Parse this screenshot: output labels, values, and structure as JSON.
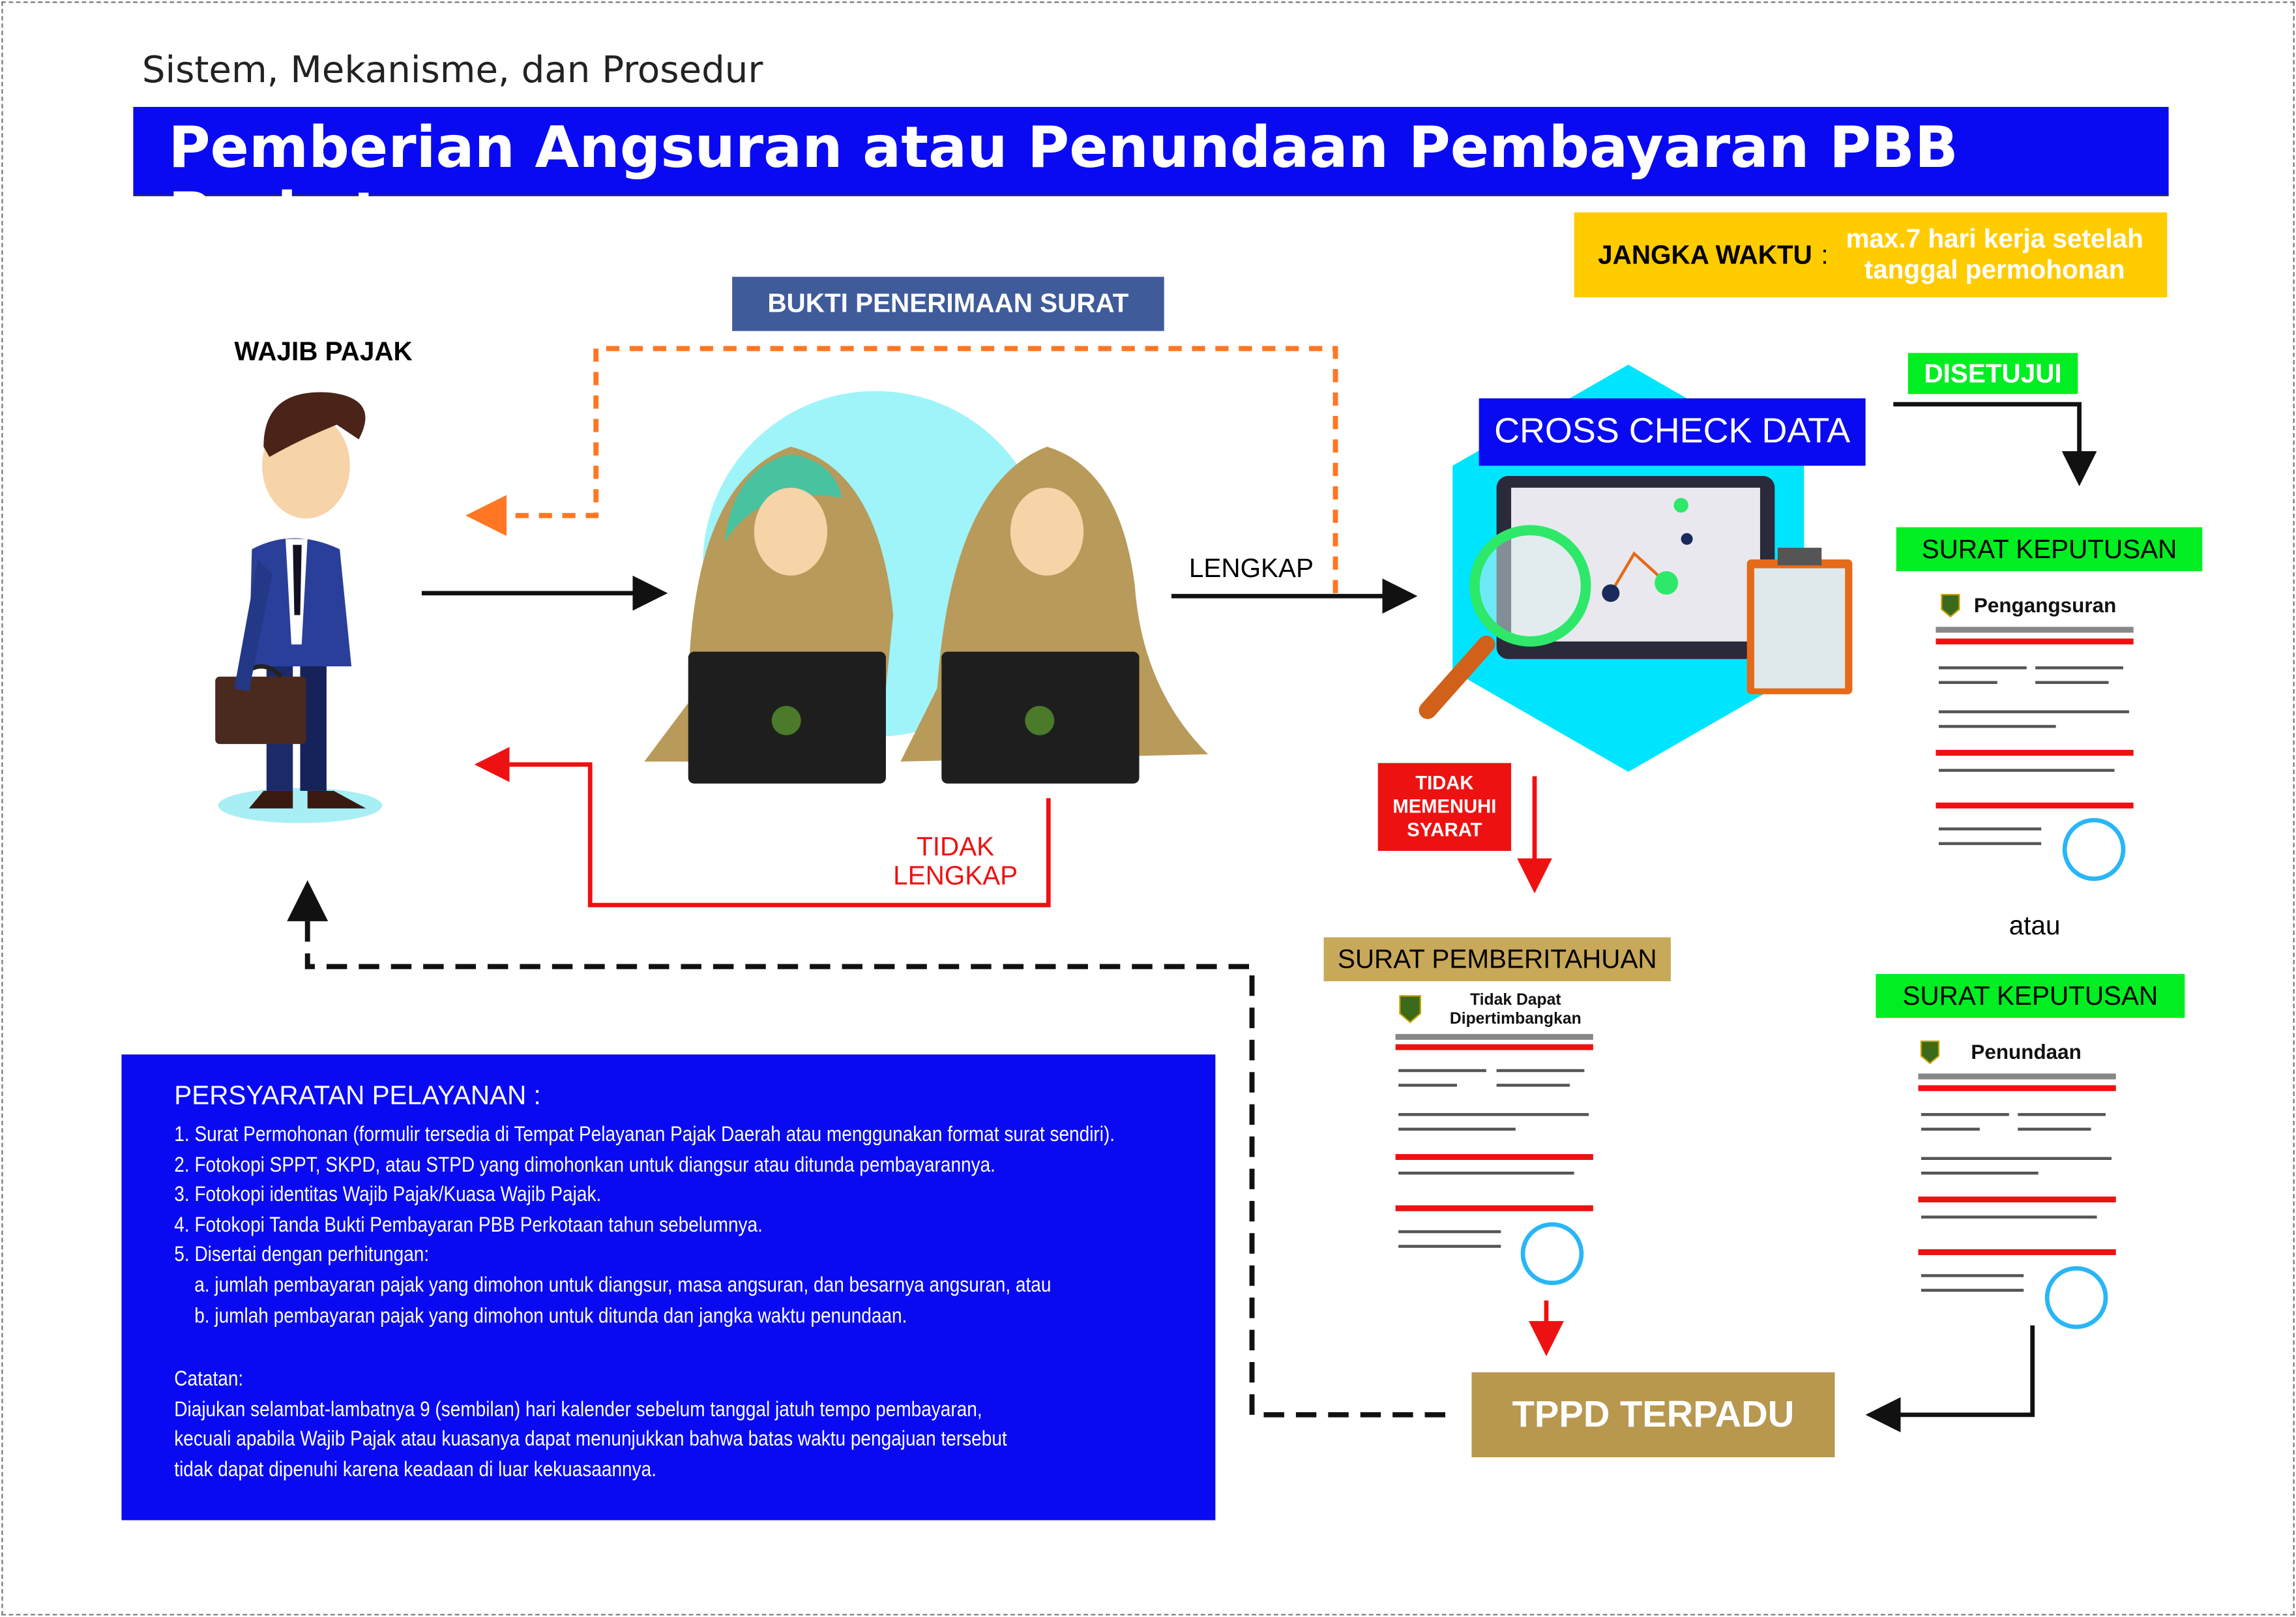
{
  "header": {
    "subtitle": "Sistem, Mekanisme, dan Prosedur",
    "title": "Pemberian Angsuran atau Penundaan Pembayaran PBB Perkotaan"
  },
  "deadline": {
    "label": "JANGKA WAKTU",
    "separator": ":",
    "value_line1": "max.7 hari kerja setelah",
    "value_line2": "tanggal permohonan"
  },
  "flow": {
    "taxpayer": "WAJIB PAJAK",
    "receipt": "BUKTI PENERIMAAN SURAT",
    "complete": "LENGKAP",
    "incomplete_line1": "TIDAK",
    "incomplete_line2": "LENGKAP",
    "cross_check": "CROSS CHECK DATA",
    "approved": "DISETUJUI",
    "not_eligible_line1": "TIDAK",
    "not_eligible_line2": "MEMENUHI",
    "not_eligible_line3": "SYARAT",
    "decision_1": {
      "label": "SURAT KEPUTUSAN",
      "doc_title": "Pengangsuran"
    },
    "or": "atau",
    "decision_2": {
      "label": "SURAT KEPUTUSAN",
      "doc_title": "Penundaan"
    },
    "notification": {
      "label": "SURAT PEMBERITAHUAN",
      "doc_title_line1": "Tidak Dapat",
      "doc_title_line2": "Dipertimbangkan"
    },
    "tppd": "TPPD TERPADU"
  },
  "requirements": {
    "heading": "PERSYARATAN PELAYANAN :",
    "items": [
      "1. Surat Permohonan (formulir tersedia di Tempat Pelayanan Pajak Daerah atau menggunakan format surat sendiri).",
      "2. Fotokopi SPPT, SKPD, atau STPD yang dimohonkan untuk diangsur atau ditunda pembayarannya.",
      "3. Fotokopi identitas Wajib Pajak/Kuasa Wajib Pajak.",
      "4. Fotokopi Tanda Bukti Pembayaran PBB Perkotaan tahun sebelumnya.",
      "5. Disertai dengan perhitungan:"
    ],
    "sub_items": [
      "a. jumlah pembayaran pajak yang dimohon untuk diangsur, masa angsuran, dan besarnya angsuran, atau",
      "b. jumlah pembayaran pajak yang dimohon untuk ditunda dan jangka waktu penundaan."
    ],
    "note_heading": "Catatan:",
    "note_lines": [
      "Diajukan selambat-lambatnya 9 (sembilan) hari kalender sebelum tanggal jatuh tempo pembayaran,",
      "kecuali apabila Wajib Pajak atau kuasanya dapat menunjukkan bahwa batas waktu pengajuan tersebut",
      "tidak dapat dipenuhi karena keadaan di luar kekuasaannya."
    ]
  },
  "colors": {
    "blue": "#0a0af2",
    "yellow": "#ffcc00",
    "green": "#00ee22",
    "red": "#ee1111",
    "gold": "#b8974f",
    "cyan": "#00e5ff",
    "orange": "#ff7722"
  }
}
